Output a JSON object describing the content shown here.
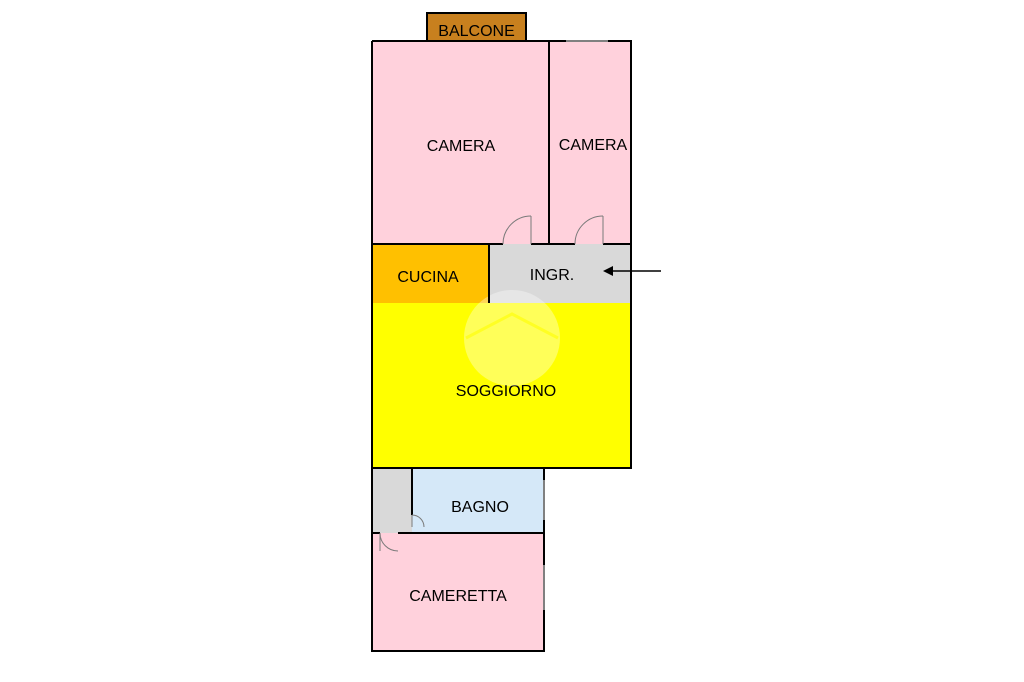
{
  "floorplan": {
    "rooms": {
      "balcone": {
        "label": "BALCONE"
      },
      "camera_1": {
        "label": "CAMERA"
      },
      "camera_2": {
        "label": "CAMERA"
      },
      "cucina": {
        "label": "CUCINA"
      },
      "ingresso": {
        "label": "INGR."
      },
      "soggiorno": {
        "label": "SOGGIORNO"
      },
      "bagno": {
        "label": "BAGNO"
      },
      "cameretta": {
        "label": "CAMERETTA"
      }
    },
    "colors": {
      "camera": "#FFD1DC",
      "balcone": "#C8801E",
      "cucina": "#FFC000",
      "ingresso": "#D9D9D9",
      "soggiorno": "#FFFF00",
      "bagno": "#D5E8F8",
      "corridoio": "#D9D9D9",
      "walls": "#000000"
    },
    "entrance_arrow": "arrow-left-icon"
  }
}
